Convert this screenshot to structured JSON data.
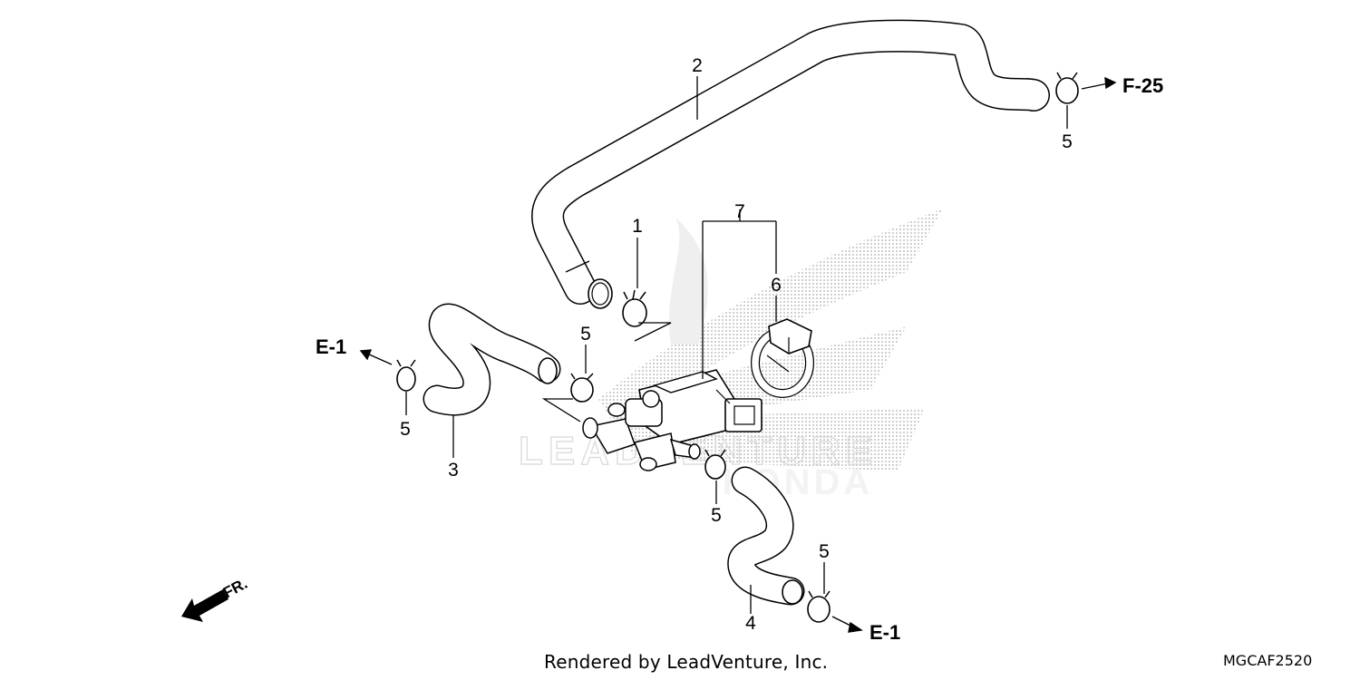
{
  "diagram": {
    "part_labels": [
      {
        "id": "label-2",
        "text": "2"
      },
      {
        "id": "label-5-f25",
        "text": "5"
      },
      {
        "id": "label-7",
        "text": "7"
      },
      {
        "id": "label-6",
        "text": "6"
      },
      {
        "id": "label-1",
        "text": "1"
      },
      {
        "id": "label-5-center",
        "text": "5"
      },
      {
        "id": "label-5-left",
        "text": "5"
      },
      {
        "id": "label-3",
        "text": "3"
      },
      {
        "id": "label-5-lower",
        "text": "5"
      },
      {
        "id": "label-5-right",
        "text": "5"
      },
      {
        "id": "label-4",
        "text": "4"
      }
    ],
    "references": {
      "f25": "F-25",
      "e1_left": "E-1",
      "e1_right": "E-1"
    },
    "direction_marker": "FR.",
    "watermark_text": "LEADVENTURE",
    "watermark_brand": "HONDA"
  },
  "footer": {
    "credit": "Rendered by LeadVenture, Inc.",
    "diagram_code": "MGCAF2520"
  }
}
